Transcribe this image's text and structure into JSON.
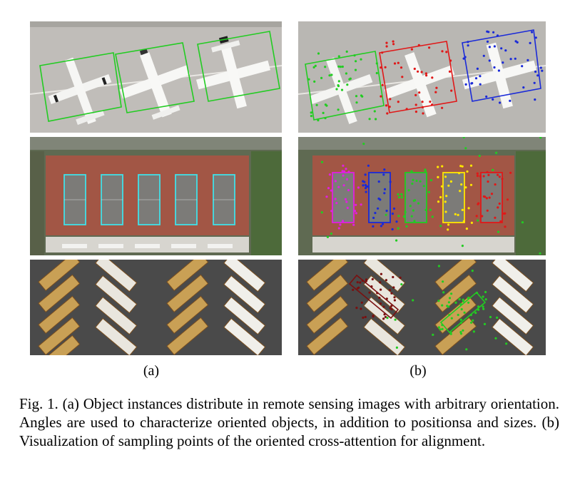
{
  "figure": {
    "panels": [
      {
        "label": "(a)",
        "rows": [
          "aircraft-apron",
          "tennis-courts",
          "bus-parking"
        ]
      },
      {
        "label": "(b)",
        "rows": [
          "aircraft-apron-sampling",
          "tennis-courts-sampling",
          "bus-parking-sampling"
        ]
      }
    ]
  },
  "caption": {
    "prefix": "Fig. 1.",
    "text": "(a) Object instances distribute in remote sensing images with arbitrary orientation. Angles are used to characterize oriented objects, in addition to positionsa and sizes. (b) Visualization of sampling points of the oriented cross-attention for alignment."
  },
  "colors": {
    "box_green": "#22cc22",
    "box_red": "#e01818",
    "box_blue": "#1a2ad8",
    "box_cyan": "#40e0e8",
    "box_magenta": "#e020e0",
    "box_yellow": "#ffe600",
    "box_darkred": "#7a1010"
  }
}
